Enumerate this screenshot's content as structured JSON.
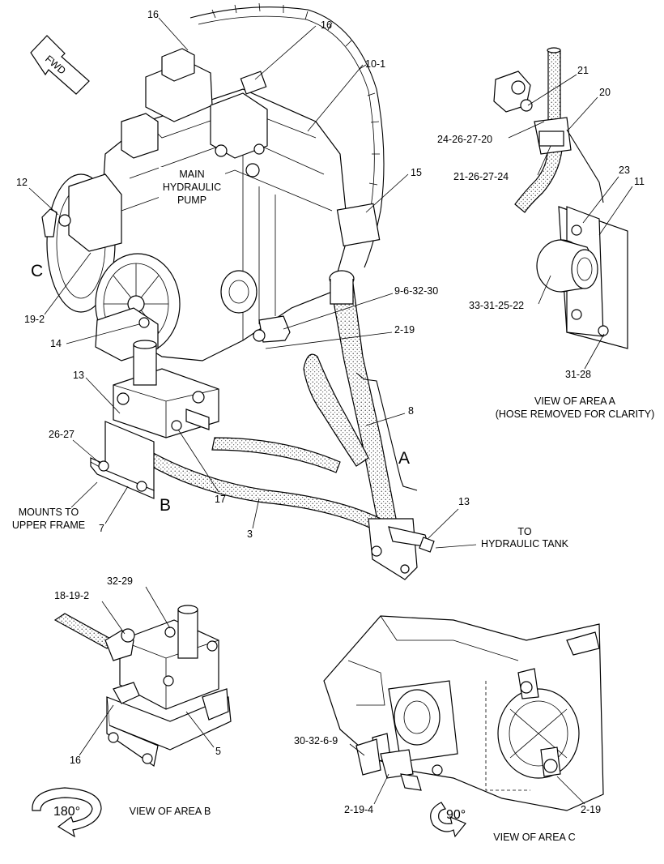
{
  "fwd": "FWD",
  "pump_label": [
    "MAIN",
    "HYDRAULIC",
    "PUMP"
  ],
  "area_letters": {
    "a": "A",
    "b": "B",
    "c": "C"
  },
  "callouts": {
    "p16a": "16",
    "p16b": "16",
    "p10_1": "10-1",
    "p12": "12",
    "p15": "15",
    "p19_2": "19-2",
    "p9_6_32_30": "9-6-32-30",
    "p14": "14",
    "p2_19": "2-19",
    "p13a": "13",
    "p8": "8",
    "p26_27": "26-27",
    "p17": "17",
    "p7": "7",
    "p3": "3",
    "p13b": "13",
    "p21": "21",
    "p20": "20",
    "p24_26_27_20": "24-26-27-20",
    "p21_26_27_24": "21-26-27-24",
    "p23": "23",
    "p11": "11",
    "p33_31_25_22": "33-31-25-22",
    "p31_28": "31-28",
    "p32_29": "32-29",
    "p18_19_2": "18-19-2",
    "p16c": "16",
    "p5": "5",
    "p30_32_6_9": "30-32-6-9",
    "p2_19_4": "2-19-4",
    "p2_19c": "2-19"
  },
  "notes": {
    "mounts": [
      "MOUNTS TO",
      "UPPER FRAME"
    ],
    "to_tank": [
      "TO",
      "HYDRAULIC TANK"
    ],
    "view_a": [
      "VIEW OF AREA A",
      "(HOSE REMOVED FOR CLARITY)"
    ],
    "view_b": "VIEW OF AREA B",
    "view_c": "VIEW OF AREA C",
    "rot180": "180°",
    "rot90": "90°"
  }
}
